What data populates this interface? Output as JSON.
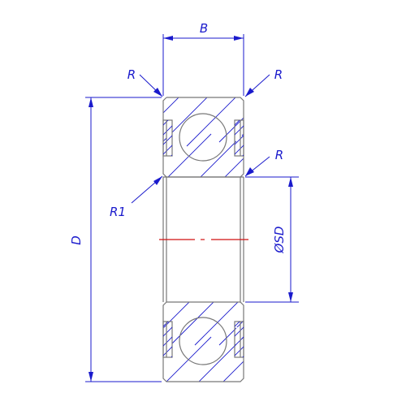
{
  "labels": {
    "width": "B",
    "outer_diameter": "D",
    "shaft_diameter": "ØSD",
    "radius_top_left": "R",
    "radius_top_right": "R",
    "radius_bore": "R",
    "radius_inner": "R1"
  },
  "colors": {
    "dimension": "#1a1acc",
    "outline": "#777777",
    "centerline": "#d01010"
  }
}
